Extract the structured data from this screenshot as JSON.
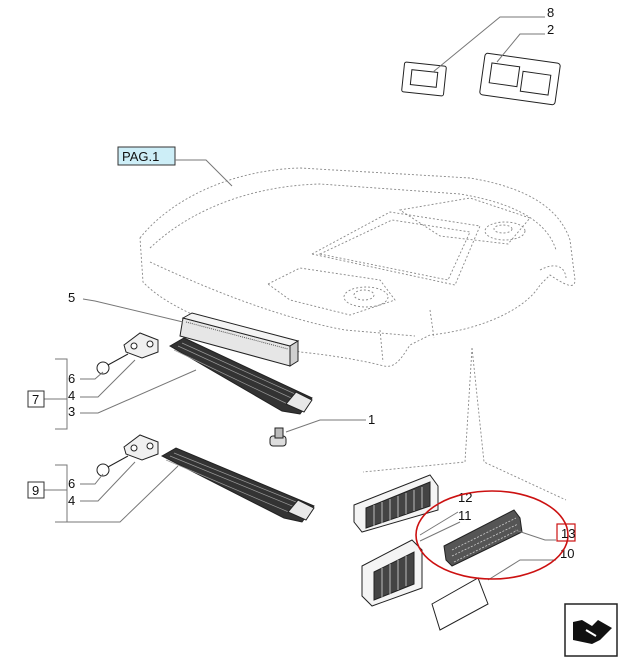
{
  "page_ref": {
    "label": "PAG.1",
    "fill": "#cdeef7"
  },
  "callouts": {
    "c8": "8",
    "c2": "2",
    "c5": "5",
    "c6a": "6",
    "c4a": "4",
    "c7": "7",
    "c3": "3",
    "c1": "1",
    "c6b": "6",
    "c4b": "4",
    "c9": "9",
    "c12": "12",
    "c11": "11",
    "c13": "13",
    "c10": "10"
  },
  "highlight": {
    "ellipse_color": "#cc1111",
    "box_color": "#cc1111"
  },
  "nav_icon": {
    "name": "next-page-arrow-icon"
  }
}
